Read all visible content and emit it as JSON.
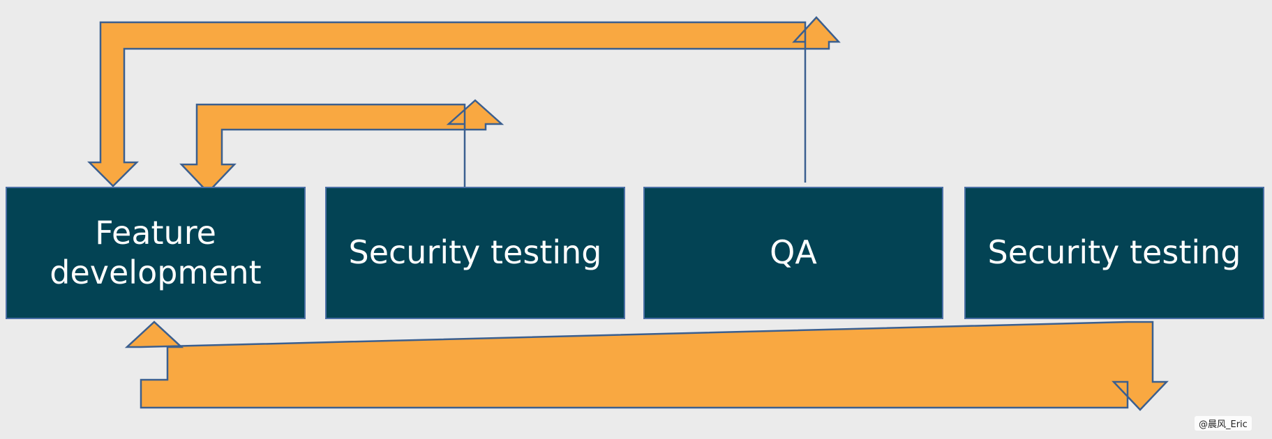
{
  "diagram": {
    "stages": [
      {
        "id": "feature-development",
        "label": "Feature\ndevelopment"
      },
      {
        "id": "security-testing-1",
        "label": "Security testing"
      },
      {
        "id": "qa",
        "label": "QA"
      },
      {
        "id": "security-testing-2",
        "label": "Security testing"
      }
    ],
    "feedback_loops": [
      {
        "from": "security-testing-1",
        "to": "feature-development"
      },
      {
        "from": "qa",
        "to": "feature-development"
      },
      {
        "from": "security-testing-2",
        "to": "feature-development"
      }
    ],
    "colors": {
      "box_fill": "#034354",
      "box_border": "#4a6fa5",
      "box_text": "#ffffff",
      "arrow_fill": "#f9a841",
      "arrow_stroke": "#3b5f8f",
      "background": "#ebebeb"
    }
  },
  "watermark": {
    "text": "@晨风_Eric"
  }
}
